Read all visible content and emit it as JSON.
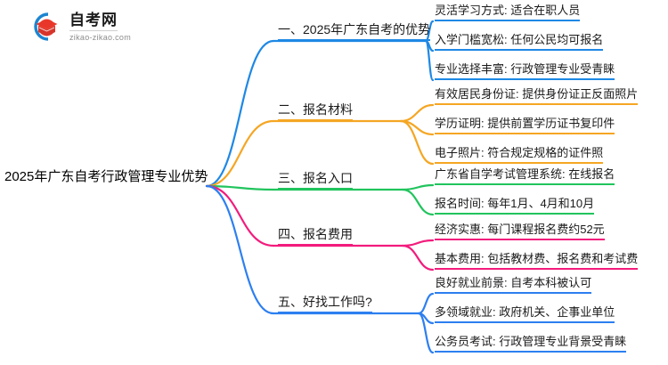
{
  "logo": {
    "name_cn": "自考网",
    "name_en": "zikao-zikao.com",
    "mark_icon": "graduation-cap-icon",
    "arc_color": "#1d85d0",
    "cap_color": "#e8372a"
  },
  "mindmap": {
    "root": {
      "label": "2025年广东自考行政管理专业优势"
    },
    "branches": [
      {
        "label": "一、2025年广东自考的优势",
        "color": "#1E88E5",
        "leaves": [
          {
            "label": "灵活学习方式: 适合在职人员"
          },
          {
            "label": "入学门槛宽松: 任何公民均可报名"
          },
          {
            "label": "专业选择丰富: 行政管理专业受青睐"
          }
        ]
      },
      {
        "label": "二、报名材料",
        "color": "#F5A623",
        "leaves": [
          {
            "label": "有效居民身份证: 提供身份证正反面照片"
          },
          {
            "label": "学历证明: 提供前置学历证书复印件"
          },
          {
            "label": "电子照片: 符合规定规格的证件照"
          }
        ]
      },
      {
        "label": "三、报名入口",
        "color": "#21C45D",
        "leaves": [
          {
            "label": "广东省自学考试管理系统: 在线报名"
          },
          {
            "label": "报名时间: 每年1月、4月和10月"
          }
        ]
      },
      {
        "label": "四、报名费用",
        "color": "#F31B7C",
        "leaves": [
          {
            "label": "经济实惠: 每门课程报名费约52元"
          },
          {
            "label": "基本费用: 包括教材费、报名费和考试费"
          }
        ]
      },
      {
        "label": "五、好找工作吗?",
        "color": "#2D7FF0",
        "leaves": [
          {
            "label": "良好就业前景: 自考本科被认可"
          },
          {
            "label": "多领域就业: 政府机关、企事业单位"
          },
          {
            "label": "公务员考试: 行政管理专业背景受青睐"
          }
        ]
      }
    ]
  }
}
